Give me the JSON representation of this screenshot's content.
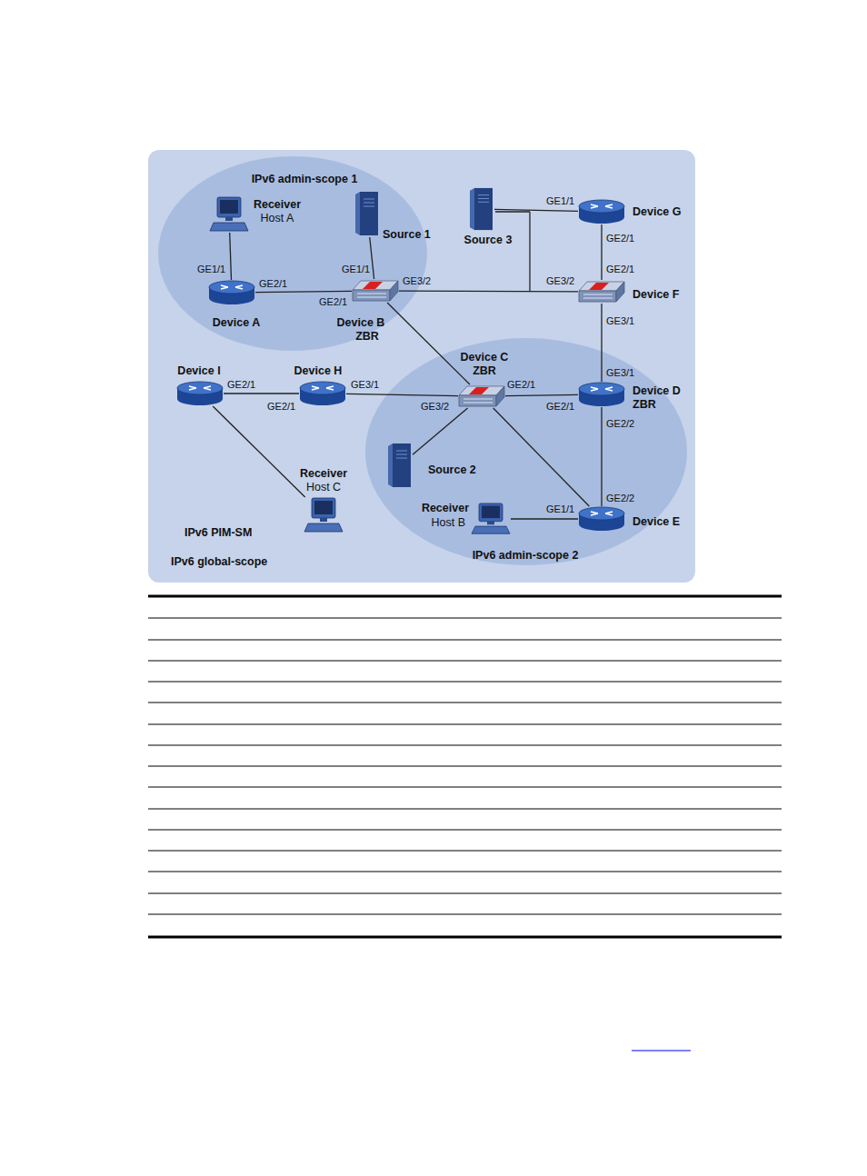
{
  "diagram": {
    "nodes": [
      {
        "text": [
          "IPv6 PIM-SM",
          "IPv6 global-scope"
        ]
      },
      {
        "text": [
          "IPv6 admin-scope 1"
        ],
        "in": 0
      },
      {
        "text": [
          "Receiver",
          "Host A"
        ],
        "in": 1
      },
      {
        "text": [
          "Source 1"
        ],
        "in": 1
      },
      {
        "text": [
          "Device A"
        ],
        "in": 1
      },
      {
        "text": [
          "Device B",
          "ZBR"
        ],
        "in": 1
      },
      {
        "text": [
          "Source 3"
        ],
        "in": 0
      },
      {
        "text": [
          "Device G"
        ],
        "in": 0
      },
      {
        "text": [
          "Device F"
        ],
        "in": 0
      },
      {
        "text": [
          "Device I"
        ],
        "in": 0
      },
      {
        "text": [
          "Device H"
        ],
        "in": 0
      },
      {
        "text": [
          "Receiver",
          "Host C"
        ],
        "in": 0
      },
      {
        "text": [
          "IPv6 admin-scope 2"
        ],
        "in": 0
      },
      {
        "text": [
          "Device C",
          "ZBR"
        ],
        "in": 12
      },
      {
        "text": [
          "Device D",
          "ZBR"
        ],
        "in": 12
      },
      {
        "text": [
          "Source 2"
        ],
        "in": 12
      },
      {
        "text": [
          "Receiver",
          "Host B"
        ],
        "in": 12
      },
      {
        "text": [
          "Device E"
        ],
        "in": 12
      }
    ],
    "edges": [
      {
        "from": 2,
        "to": 4,
        "arrow": "none"
      },
      {
        "from": 4,
        "to": 5,
        "arrow": "none"
      },
      {
        "from": 3,
        "to": 5,
        "arrow": "none"
      },
      {
        "from": 5,
        "to": 8,
        "arrow": "none"
      },
      {
        "from": 6,
        "to": 7,
        "arrow": "none"
      },
      {
        "from": 7,
        "to": 8,
        "arrow": "none"
      },
      {
        "from": 5,
        "to": 13,
        "arrow": "none"
      },
      {
        "from": 8,
        "to": 14,
        "arrow": "none"
      },
      {
        "from": 9,
        "to": 10,
        "arrow": "none"
      },
      {
        "from": 10,
        "to": 13,
        "arrow": "none"
      },
      {
        "from": 13,
        "to": 14,
        "arrow": "none"
      },
      {
        "from": 13,
        "to": 17,
        "arrow": "none"
      },
      {
        "from": 14,
        "to": 17,
        "arrow": "none"
      },
      {
        "from": 16,
        "to": 17,
        "arrow": "none"
      },
      {
        "from": 9,
        "to": 11,
        "arrow": "none"
      },
      {
        "from": 15,
        "to": 13,
        "arrow": "none"
      }
    ],
    "labels": [
      "GE1/1",
      "GE2/1",
      "GE1/1",
      "GE2/1",
      "GE3/2",
      "GE1/1",
      "GE2/1",
      "GE2/1",
      "GE3/2",
      "GE3/1",
      "GE3/1",
      "GE2/1",
      "GE2/1",
      "GE3/1",
      "GE3/2",
      "GE2/1",
      "GE2/1",
      "GE2/2",
      "GE2/2",
      "GE1/1"
    ]
  }
}
